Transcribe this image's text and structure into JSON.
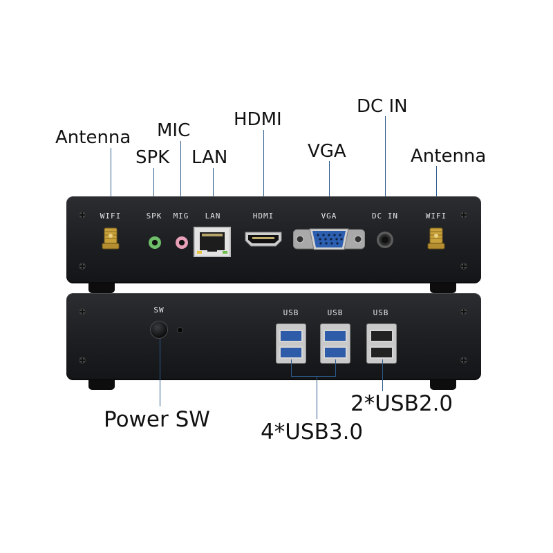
{
  "callouts": {
    "antenna_left": "Antenna",
    "mic": "MIC",
    "spk": "SPK",
    "lan": "LAN",
    "hdmi": "HDMI",
    "vga": "VGA",
    "dc_in": "DC IN",
    "antenna_right": "Antenna",
    "power_sw": "Power SW",
    "usb3": "4*USB3.0",
    "usb2": "2*USB2.0"
  },
  "back_panel_labels": {
    "wifi_left": "WIFI",
    "spk": "SPK",
    "mic": "MIG",
    "lan": "LAN",
    "hdmi": "HDMI",
    "vga": "VGA",
    "dc_in": "DC IN",
    "wifi_right": "WIFI"
  },
  "front_panel_labels": {
    "sw": "SW",
    "usb_1": "USB",
    "usb_2": "USB",
    "usb_3": "USB"
  },
  "colors": {
    "leader_line": "#2d5b8e",
    "panel": "#1f2124",
    "usb3_port": "#2e5ca8",
    "usb2_port": "#222222",
    "spk_jack": "#6fbf6a",
    "mic_jack": "#e8a0b8",
    "antenna_gold": "#c8a13a"
  },
  "icons": {
    "antenna": "sma-antenna-connector-icon",
    "audio": "audio-jack-icon",
    "lan": "rj45-port-icon",
    "hdmi": "hdmi-port-icon",
    "vga": "vga-port-icon",
    "dc": "dc-jack-icon",
    "usb": "usb-port-icon",
    "power": "power-button-icon"
  }
}
